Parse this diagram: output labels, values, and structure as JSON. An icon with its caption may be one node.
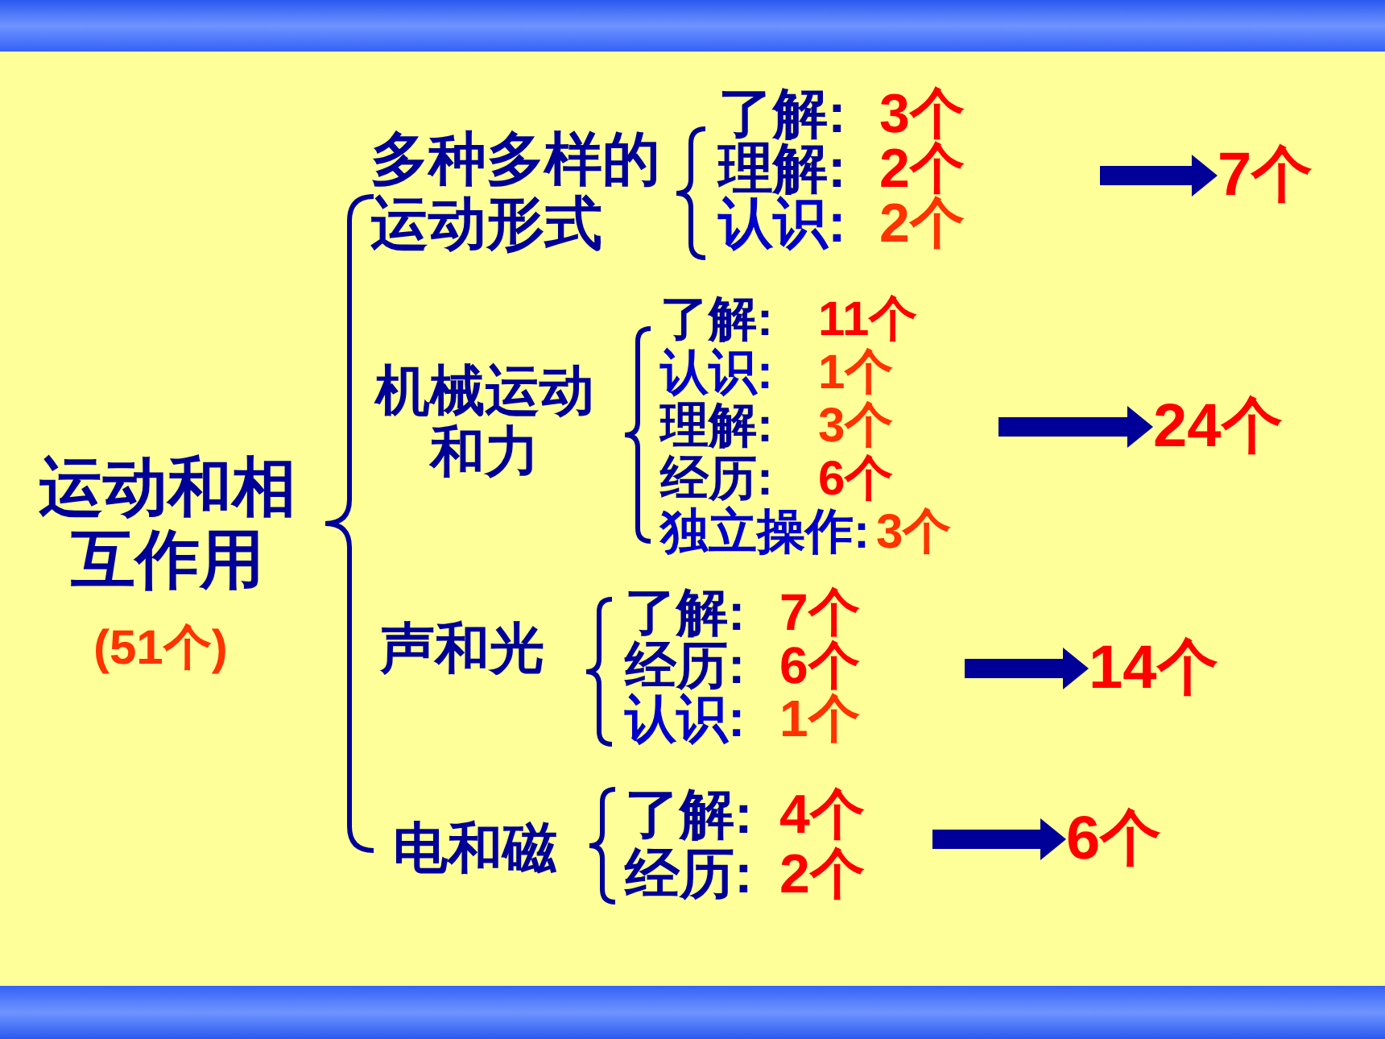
{
  "diagram": {
    "nodes": [
      {
        "text": [
          "7个"
        ]
      },
      {
        "text": [
          "24个"
        ]
      },
      {
        "text": [
          "14个"
        ]
      },
      {
        "text": [
          "6个"
        ]
      }
    ],
    "edges": [
      {
        "from": null,
        "to": 0,
        "arrow": "to"
      },
      {
        "from": null,
        "to": 1,
        "arrow": "to"
      },
      {
        "from": null,
        "to": 2,
        "arrow": "to"
      },
      {
        "from": null,
        "to": 3,
        "arrow": "to"
      }
    ],
    "labels": [
      "运动和相互作用",
      "(51个)",
      "多种多样的运动形式",
      "了解:",
      "3个",
      "理解:",
      "2个",
      "认识:",
      "2个",
      "机械运动和力",
      "了解:",
      "11个",
      "认识:",
      "1个",
      "理解:",
      "3个",
      "经历:",
      "6个",
      "独立操作:",
      "3个",
      "声和光",
      "了解:",
      "7个",
      "经历:",
      "6个",
      "认识:",
      "1个",
      "电和磁",
      "了解:",
      "4个",
      "经历:",
      "2个"
    ]
  }
}
